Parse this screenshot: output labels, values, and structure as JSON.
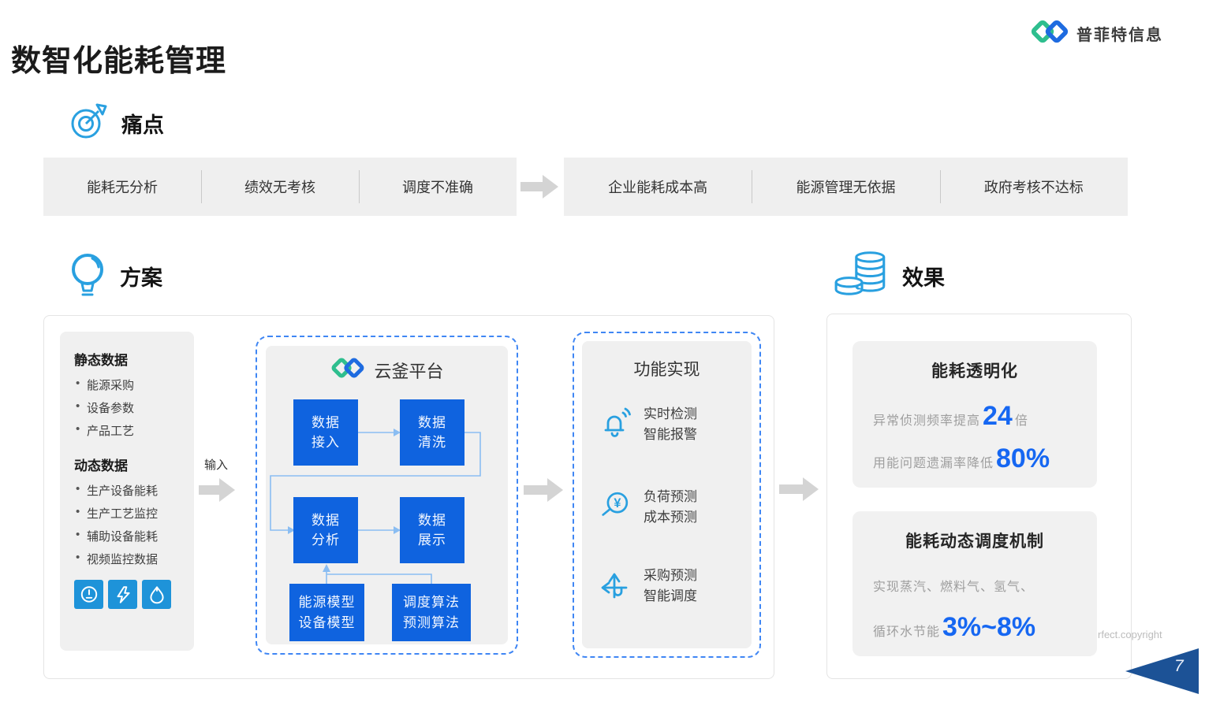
{
  "slide": {
    "title": "数智化能耗管理",
    "page_number": "7",
    "watermark": "rfect.copyright"
  },
  "brand": {
    "name": "普菲特信息"
  },
  "pain": {
    "label": "痛点",
    "causes": [
      "能耗无分析",
      "绩效无考核",
      "调度不准确"
    ],
    "effects": [
      "企业能耗成本高",
      "能源管理无依据",
      "政府考核不达标"
    ]
  },
  "solution": {
    "label": "方案",
    "input_label": "输入",
    "data_panel": {
      "static_title": "静态数据",
      "static_items": [
        "能源采购",
        "设备参数",
        "产品工艺"
      ],
      "dynamic_title": "动态数据",
      "dynamic_items": [
        "生产设备能耗",
        "生产工艺监控",
        "辅助设备能耗",
        "视频监控数据"
      ],
      "icons": [
        "gauge-icon",
        "lightning-icon",
        "flame-icon"
      ]
    },
    "platform": {
      "title": "云釜平台",
      "boxes": [
        {
          "line1": "数据",
          "line2": "接入"
        },
        {
          "line1": "数据",
          "line2": "清洗"
        },
        {
          "line1": "数据",
          "line2": "分析"
        },
        {
          "line1": "数据",
          "line2": "展示"
        },
        {
          "line1": "能源模型",
          "line2": "设备模型"
        },
        {
          "line1": "调度算法",
          "line2": "预测算法"
        }
      ]
    },
    "functions": {
      "title": "功能实现",
      "items": [
        {
          "icon": "alarm-bell-icon",
          "line1": "实时检测",
          "line2": "智能报警"
        },
        {
          "icon": "cost-forecast-icon",
          "line1": "负荷预测",
          "line2": "成本预测"
        },
        {
          "icon": "dispatch-arrows-icon",
          "line1": "采购预测",
          "line2": "智能调度"
        }
      ]
    }
  },
  "results": {
    "label": "效果",
    "cards": [
      {
        "title": "能耗透明化",
        "lines": [
          {
            "prefix": "异常侦测频率提高 ",
            "value": "24",
            "suffix": "倍"
          },
          {
            "prefix": "用能问题遗漏率降低 ",
            "value": "80%",
            "suffix": ""
          }
        ]
      },
      {
        "title": "能耗动态调度机制",
        "lines": [
          {
            "prefix": "实现蒸汽、燃料气、氢气、",
            "value": "",
            "suffix": ""
          },
          {
            "prefix": "循环水节能",
            "value": "3%~8%",
            "suffix": ""
          }
        ]
      }
    ]
  },
  "colors": {
    "process_blue": "#0F63DF",
    "icon_blue": "#29A0E0",
    "logo_green": "#2EBE8E",
    "logo_blue": "#1E6BE0",
    "value_blue": "#1667F2",
    "page_triangle_navy": "#1C5296"
  }
}
